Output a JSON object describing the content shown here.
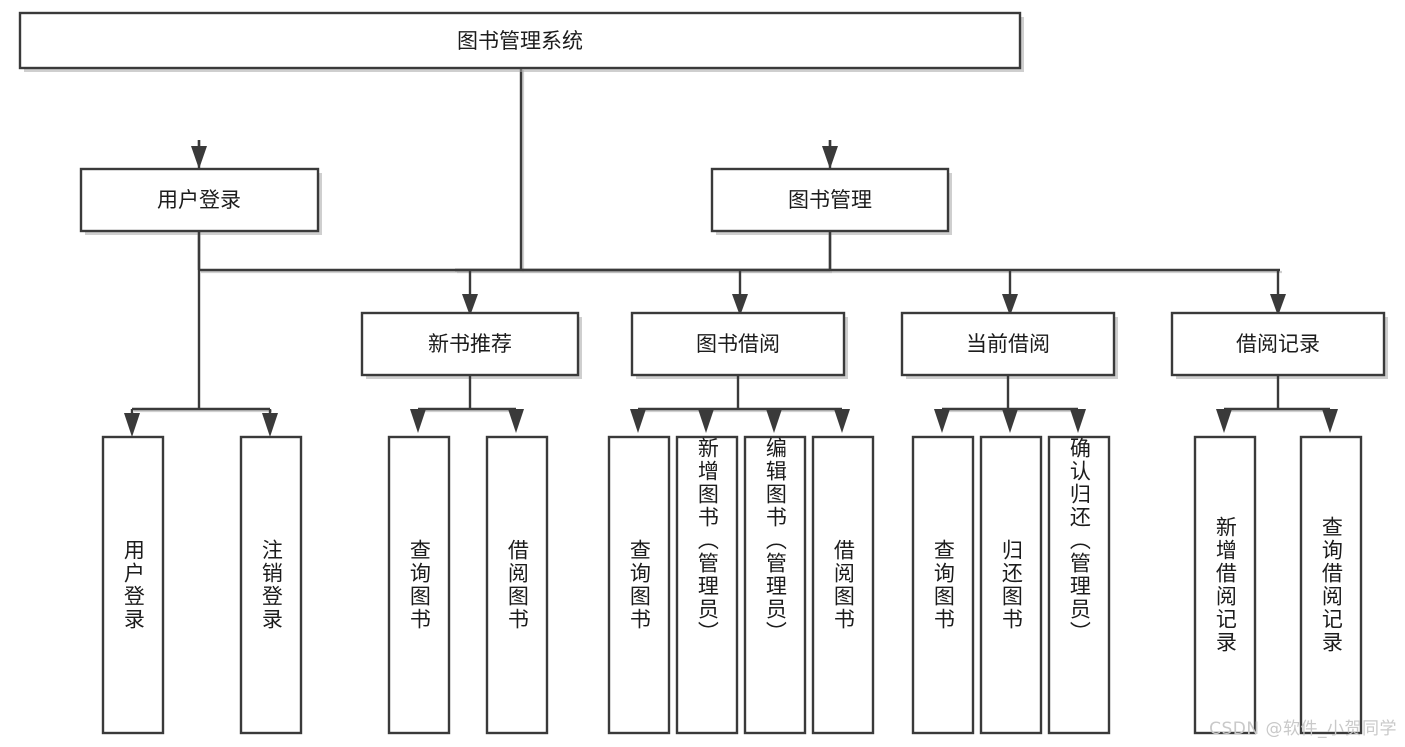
{
  "diagram": {
    "type": "tree",
    "title": "图书管理系统",
    "watermark": "CSDN @软件_小贺同学",
    "colors": {
      "box_stroke": "#3a3a3a",
      "box_fill": "#ffffff",
      "text": "#1c1c1c",
      "shadow": "#a8a8a8",
      "watermark": "#c9c9c9"
    },
    "nodes": {
      "root": {
        "label": "图书管理系统",
        "orientation": "horizontal"
      },
      "level2": [
        {
          "label": "用户登录",
          "orientation": "horizontal"
        },
        {
          "label": "图书管理",
          "orientation": "horizontal"
        }
      ],
      "level3": [
        {
          "label": "新书推荐",
          "orientation": "horizontal"
        },
        {
          "label": "图书借阅",
          "orientation": "horizontal"
        },
        {
          "label": "当前借阅",
          "orientation": "horizontal"
        },
        {
          "label": "借阅记录",
          "orientation": "horizontal"
        }
      ],
      "leaves_user_login": [
        {
          "label": "用户登录",
          "orientation": "vertical"
        },
        {
          "label": "注销登录",
          "orientation": "vertical"
        }
      ],
      "leaves_new_book": [
        {
          "label": "查询图书",
          "orientation": "vertical"
        },
        {
          "label": "借阅图书",
          "orientation": "vertical"
        }
      ],
      "leaves_borrow": [
        {
          "label": "查询图书",
          "orientation": "vertical"
        },
        {
          "label": "新增图书（管理员）",
          "orientation": "vertical"
        },
        {
          "label": "编辑图书（管理员）",
          "orientation": "vertical"
        },
        {
          "label": "借阅图书",
          "orientation": "vertical"
        }
      ],
      "leaves_current": [
        {
          "label": "查询图书",
          "orientation": "vertical"
        },
        {
          "label": "归还图书",
          "orientation": "vertical"
        },
        {
          "label": "确认归还（管理员）",
          "orientation": "vertical"
        }
      ],
      "leaves_records": [
        {
          "label": "新增借阅记录",
          "orientation": "vertical"
        },
        {
          "label": "查询借阅记录",
          "orientation": "vertical"
        }
      ]
    }
  }
}
